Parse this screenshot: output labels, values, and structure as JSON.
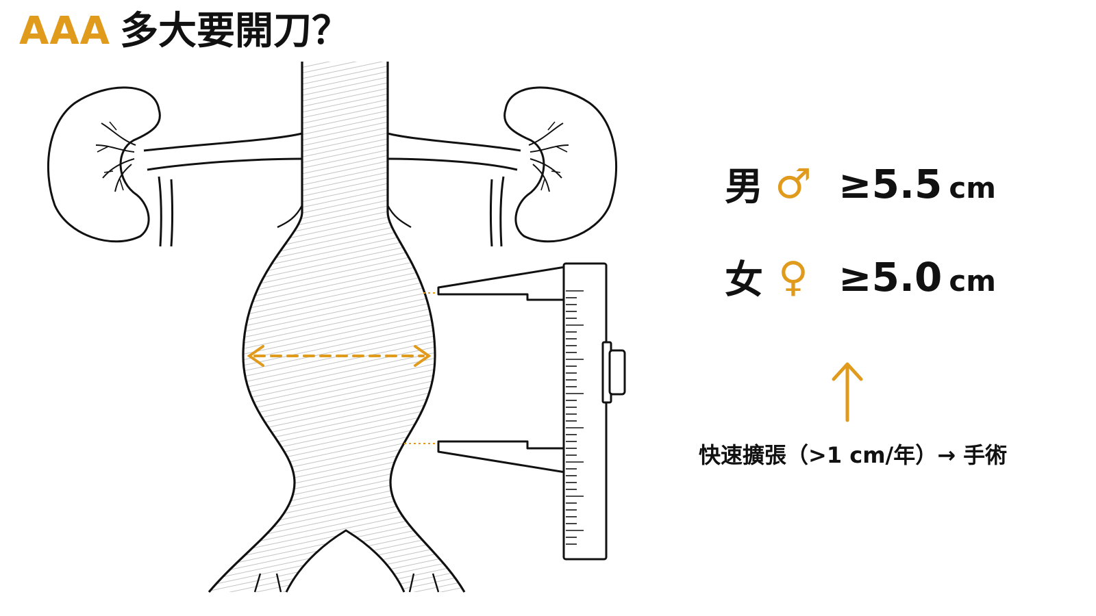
{
  "title": {
    "accent": "AAA",
    "rest": "多大要開刀？"
  },
  "thresholds": [
    {
      "gender": "男",
      "symbol": "♂",
      "value": "≥5.5",
      "unit": "cm"
    },
    {
      "gender": "女",
      "symbol": "♀",
      "value": "≥5.0",
      "unit": "cm"
    }
  ],
  "rule": "快速擴張（>1 cm/年）→ 手術",
  "colors": {
    "accent": "#e09a1c",
    "ink": "#111111",
    "background": "#ffffff"
  },
  "icons": [
    "kidney-icon",
    "aorta-illustration",
    "caliper-icon",
    "double-arrow-icon",
    "up-arrow-icon"
  ]
}
